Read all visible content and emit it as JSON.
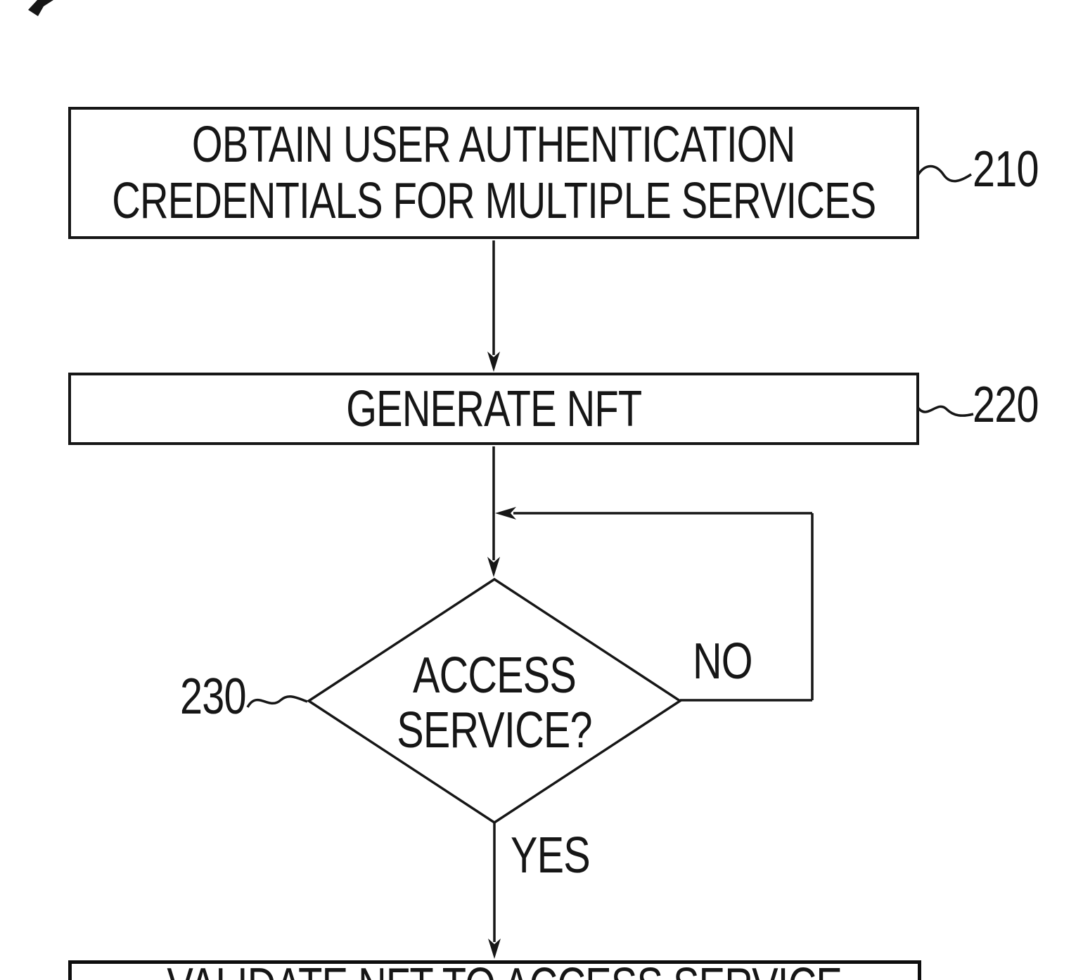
{
  "figure": {
    "type": "flowchart-patent-drawing",
    "colors": {
      "ink": "#161616",
      "background": "#ffffff"
    },
    "corner_mark": "clipped-arrow-fragment-icon",
    "nodes": {
      "box1": {
        "shape": "process",
        "line1": "OBTAIN USER AUTHENTICATION",
        "line2": "CREDENTIALS FOR MULTIPLE SERVICES",
        "ref": "210"
      },
      "box2": {
        "shape": "process",
        "label": "GENERATE NFT",
        "ref": "220"
      },
      "decision": {
        "shape": "diamond",
        "line1": "ACCESS",
        "line2": "SERVICE?",
        "ref": "230"
      },
      "box3": {
        "shape": "process",
        "partial_text_clipped_at_bottom_edge": "VALIDATE NFT TO ACCESS SERVICE"
      }
    },
    "edge_labels": {
      "no": "NO",
      "yes": "YES"
    },
    "edges": [
      {
        "from": "box1",
        "to": "box2",
        "type": "arrow-down"
      },
      {
        "from": "box2",
        "to": "decision",
        "type": "arrow-down"
      },
      {
        "from": "decision",
        "to": "pre-decision-junction",
        "label": "NO",
        "type": "loop-right-up-left-arrow"
      },
      {
        "from": "decision",
        "to": "box3",
        "label": "YES",
        "type": "arrow-down"
      }
    ]
  }
}
